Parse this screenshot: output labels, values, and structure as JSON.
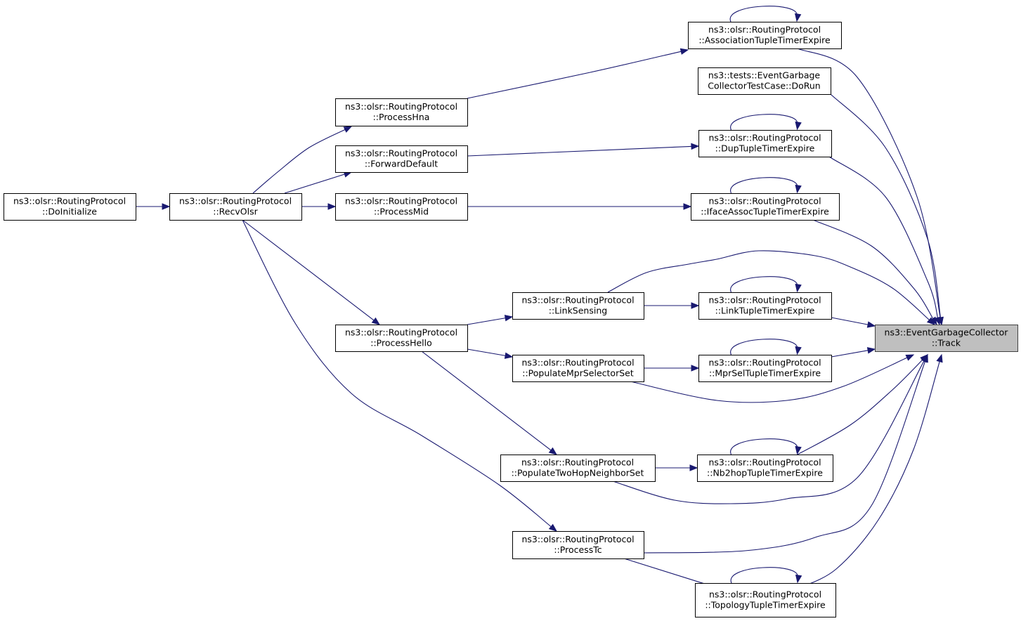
{
  "colors": {
    "edge": "#191970",
    "highlight_fill": "#bfbfbf",
    "node_stroke": "#000000"
  },
  "nodes": [
    {
      "id": "track",
      "lines": [
        "ns3::EventGarbageCollector",
        "::Track"
      ],
      "highlight": true
    },
    {
      "id": "assoc",
      "lines": [
        "ns3::olsr::RoutingProtocol",
        "::AssociationTupleTimerExpire"
      ]
    },
    {
      "id": "dorun",
      "lines": [
        "ns3::tests::EventGarbage",
        "CollectorTestCase::DoRun"
      ]
    },
    {
      "id": "dup",
      "lines": [
        "ns3::olsr::RoutingProtocol",
        "::DupTupleTimerExpire"
      ]
    },
    {
      "id": "iface",
      "lines": [
        "ns3::olsr::RoutingProtocol",
        "::IfaceAssocTupleTimerExpire"
      ]
    },
    {
      "id": "linktuple",
      "lines": [
        "ns3::olsr::RoutingProtocol",
        "::LinkTupleTimerExpire"
      ]
    },
    {
      "id": "mprsel",
      "lines": [
        "ns3::olsr::RoutingProtocol",
        "::MprSelTupleTimerExpire"
      ]
    },
    {
      "id": "nb2hop",
      "lines": [
        "ns3::olsr::RoutingProtocol",
        "::Nb2hopTupleTimerExpire"
      ]
    },
    {
      "id": "topology",
      "lines": [
        "ns3::olsr::RoutingProtocol",
        "::TopologyTupleTimerExpire"
      ]
    },
    {
      "id": "processhna",
      "lines": [
        "ns3::olsr::RoutingProtocol",
        "::ProcessHna"
      ]
    },
    {
      "id": "forward",
      "lines": [
        "ns3::olsr::RoutingProtocol",
        "::ForwardDefault"
      ]
    },
    {
      "id": "processmid",
      "lines": [
        "ns3::olsr::RoutingProtocol",
        "::ProcessMid"
      ]
    },
    {
      "id": "linksensing",
      "lines": [
        "ns3::olsr::RoutingProtocol",
        "::LinkSensing"
      ]
    },
    {
      "id": "processhello",
      "lines": [
        "ns3::olsr::RoutingProtocol",
        "::ProcessHello"
      ]
    },
    {
      "id": "popmpr",
      "lines": [
        "ns3::olsr::RoutingProtocol",
        "::PopulateMprSelectorSet"
      ]
    },
    {
      "id": "poptwohop",
      "lines": [
        "ns3::olsr::RoutingProtocol",
        "::PopulateTwoHopNeighborSet"
      ]
    },
    {
      "id": "processtc",
      "lines": [
        "ns3::olsr::RoutingProtocol",
        "::ProcessTc"
      ]
    },
    {
      "id": "recvolsr",
      "lines": [
        "ns3::olsr::RoutingProtocol",
        "::RecvOlsr"
      ]
    },
    {
      "id": "doinit",
      "lines": [
        "ns3::olsr::RoutingProtocol",
        "::DoInitialize"
      ]
    }
  ],
  "edges": [
    {
      "from": "doinit",
      "to": "recvolsr"
    },
    {
      "from": "recvolsr",
      "to": "processhna"
    },
    {
      "from": "recvolsr",
      "to": "forward"
    },
    {
      "from": "recvolsr",
      "to": "processmid"
    },
    {
      "from": "recvolsr",
      "to": "processhello"
    },
    {
      "from": "recvolsr",
      "to": "processtc"
    },
    {
      "from": "processhna",
      "to": "assoc"
    },
    {
      "from": "forward",
      "to": "dup"
    },
    {
      "from": "processmid",
      "to": "iface"
    },
    {
      "from": "processhello",
      "to": "linksensing"
    },
    {
      "from": "processhello",
      "to": "popmpr"
    },
    {
      "from": "processhello",
      "to": "poptwohop"
    },
    {
      "from": "linksensing",
      "to": "linktuple"
    },
    {
      "from": "linksensing",
      "to": "track"
    },
    {
      "from": "popmpr",
      "to": "mprsel"
    },
    {
      "from": "popmpr",
      "to": "track"
    },
    {
      "from": "poptwohop",
      "to": "nb2hop"
    },
    {
      "from": "poptwohop",
      "to": "track"
    },
    {
      "from": "processtc",
      "to": "topology"
    },
    {
      "from": "processtc",
      "to": "track"
    },
    {
      "from": "assoc",
      "to": "track"
    },
    {
      "from": "dorun",
      "to": "track"
    },
    {
      "from": "dup",
      "to": "track"
    },
    {
      "from": "iface",
      "to": "track"
    },
    {
      "from": "linktuple",
      "to": "track"
    },
    {
      "from": "mprsel",
      "to": "track"
    },
    {
      "from": "nb2hop",
      "to": "track"
    },
    {
      "from": "topology",
      "to": "track"
    },
    {
      "from": "assoc",
      "to": "assoc"
    },
    {
      "from": "dup",
      "to": "dup"
    },
    {
      "from": "iface",
      "to": "iface"
    },
    {
      "from": "linktuple",
      "to": "linktuple"
    },
    {
      "from": "mprsel",
      "to": "mprsel"
    },
    {
      "from": "nb2hop",
      "to": "nb2hop"
    },
    {
      "from": "topology",
      "to": "topology"
    }
  ]
}
